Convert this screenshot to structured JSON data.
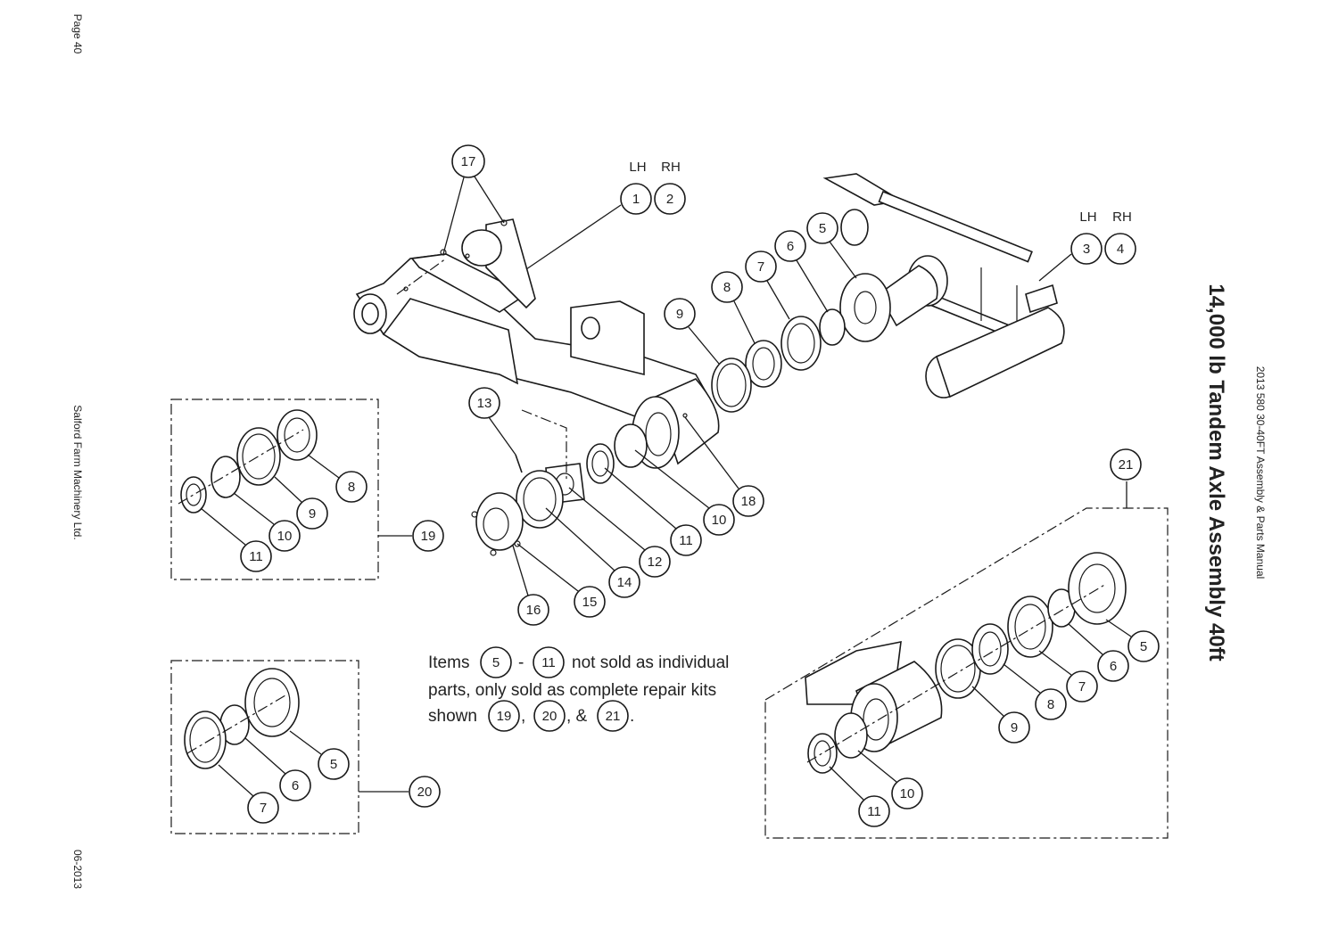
{
  "page": {
    "page_number": "Page 40",
    "company": "Salford Farm Machinery Ltd.",
    "date": "06-2013",
    "manual_title": "2013 580 30-40FT Assembly & Parts Manual",
    "title": "14,000 lb Tandem Axle Assembly 40ft"
  },
  "labels": {
    "lh": "LH",
    "rh": "RH"
  },
  "callouts": {
    "c1": "1",
    "c2": "2",
    "c3": "3",
    "c4": "4",
    "c5": "5",
    "c6": "6",
    "c7": "7",
    "c8": "8",
    "c9": "9",
    "c10": "10",
    "c11": "11",
    "c12": "12",
    "c13": "13",
    "c14": "14",
    "c15": "15",
    "c16": "16",
    "c17": "17",
    "c18": "18",
    "c19": "19",
    "c20": "20",
    "c21": "21"
  },
  "note": {
    "items": "Items",
    "dash": "-",
    "text1": "not sold as individual",
    "line2": "parts, only sold as complete repair kits",
    "shown": "shown",
    "comma": ",",
    "amp": ", &",
    "period": "."
  }
}
